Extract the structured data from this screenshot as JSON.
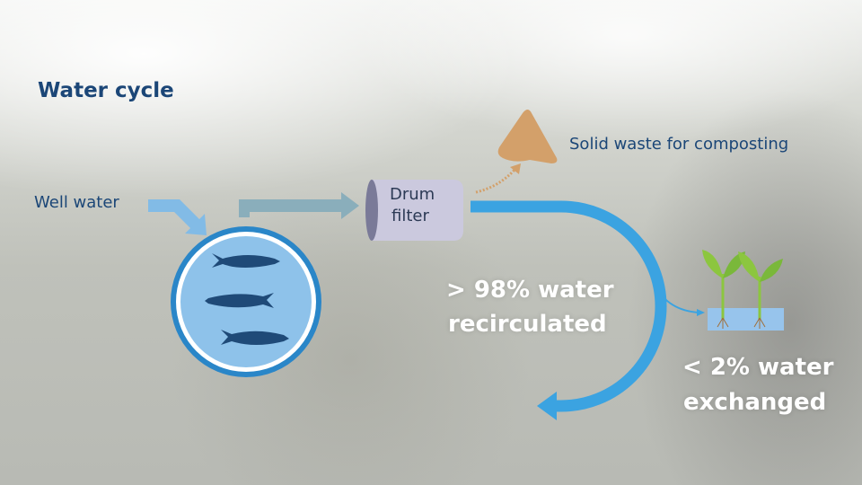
{
  "title": "Water cycle",
  "labels": {
    "well_water": "Well water",
    "drum_filter_line1": "Drum",
    "drum_filter_line2": "filter",
    "solid_waste": "Solid waste for composting",
    "recirculated_line1": "> 98% water",
    "recirculated_line2": "recirculated",
    "exchanged_line1": "< 2% water",
    "exchanged_line2": "exchanged"
  },
  "colors": {
    "title": "#1b4677",
    "recirculation_arrow": "#3ba3e1",
    "tank_border": "#2a86c8",
    "tank_fill": "#8ec2ea",
    "fish": "#1f4a78",
    "waste": "#d3a06a",
    "plant_leaf": "#8cc63f"
  }
}
